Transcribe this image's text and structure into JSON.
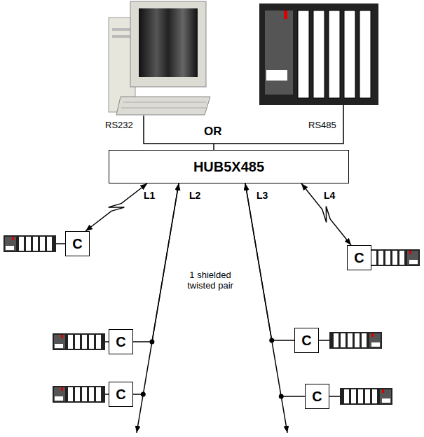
{
  "diagram": {
    "nodes": [
      {
        "text": [
          "HUB5X485"
        ]
      },
      {
        "text": [
          "C"
        ]
      },
      {
        "text": [
          "C"
        ]
      },
      {
        "text": [
          "C"
        ]
      },
      {
        "text": [
          "C"
        ]
      },
      {
        "text": [
          "C"
        ]
      },
      {
        "text": [
          "C"
        ]
      }
    ],
    "edges": [
      {
        "from": 0,
        "to": 1,
        "arrow": "both"
      },
      {
        "from": 3,
        "to": 0,
        "arrow": "to"
      },
      {
        "from": 5,
        "to": 0,
        "arrow": "to"
      },
      {
        "from": 4,
        "to": 0,
        "arrow": "to"
      },
      {
        "from": 6,
        "to": 0,
        "arrow": "to"
      },
      {
        "from": 0,
        "to": 2,
        "arrow": "both"
      }
    ],
    "labels": [
      "RS232",
      "RS485",
      "OR",
      "L1",
      "L2",
      "L3",
      "L4",
      "1 shielded twisted pair"
    ]
  }
}
